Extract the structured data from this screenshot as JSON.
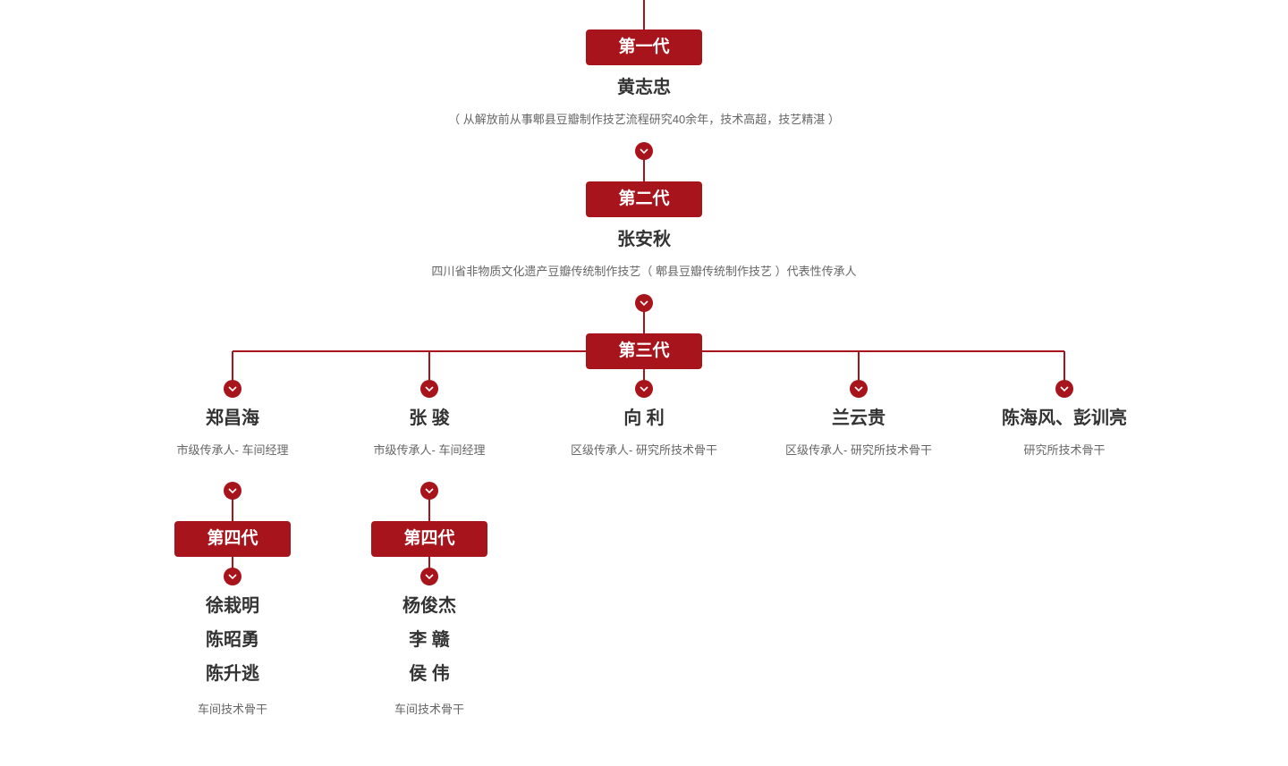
{
  "accent_color": "#a8141c",
  "gen1": {
    "label": "第一代",
    "name": "黄志忠",
    "desc": "（ 从解放前从事郫县豆瓣制作技艺流程研究40余年，技术高超，技艺精湛 ）"
  },
  "gen2": {
    "label": "第二代",
    "name": "张安秋",
    "desc": "四川省非物质文化遗产豆瓣传统制作技艺（ 郫县豆瓣传统制作技艺 ）代表性传承人"
  },
  "gen3": {
    "label": "第三代",
    "members": [
      {
        "name": "郑昌海",
        "desc": "市级传承人- 车间经理"
      },
      {
        "name": "张 骏",
        "desc": "市级传承人- 车间经理"
      },
      {
        "name": "向 利",
        "desc": "区级传承人- 研究所技术骨干"
      },
      {
        "name": "兰云贵",
        "desc": "区级传承人- 研究所技术骨干"
      },
      {
        "name": "陈海风、彭训亮",
        "desc": "研究所技术骨干"
      }
    ]
  },
  "gen4": [
    {
      "label": "第四代",
      "names": [
        "徐栽明",
        "陈昭勇",
        "陈升逃"
      ],
      "desc": "车间技术骨干"
    },
    {
      "label": "第四代",
      "names": [
        "杨俊杰",
        "李 赣",
        "侯 伟"
      ],
      "desc": "车间技术骨干"
    }
  ],
  "arrow_icon": "chevron-down-icon"
}
